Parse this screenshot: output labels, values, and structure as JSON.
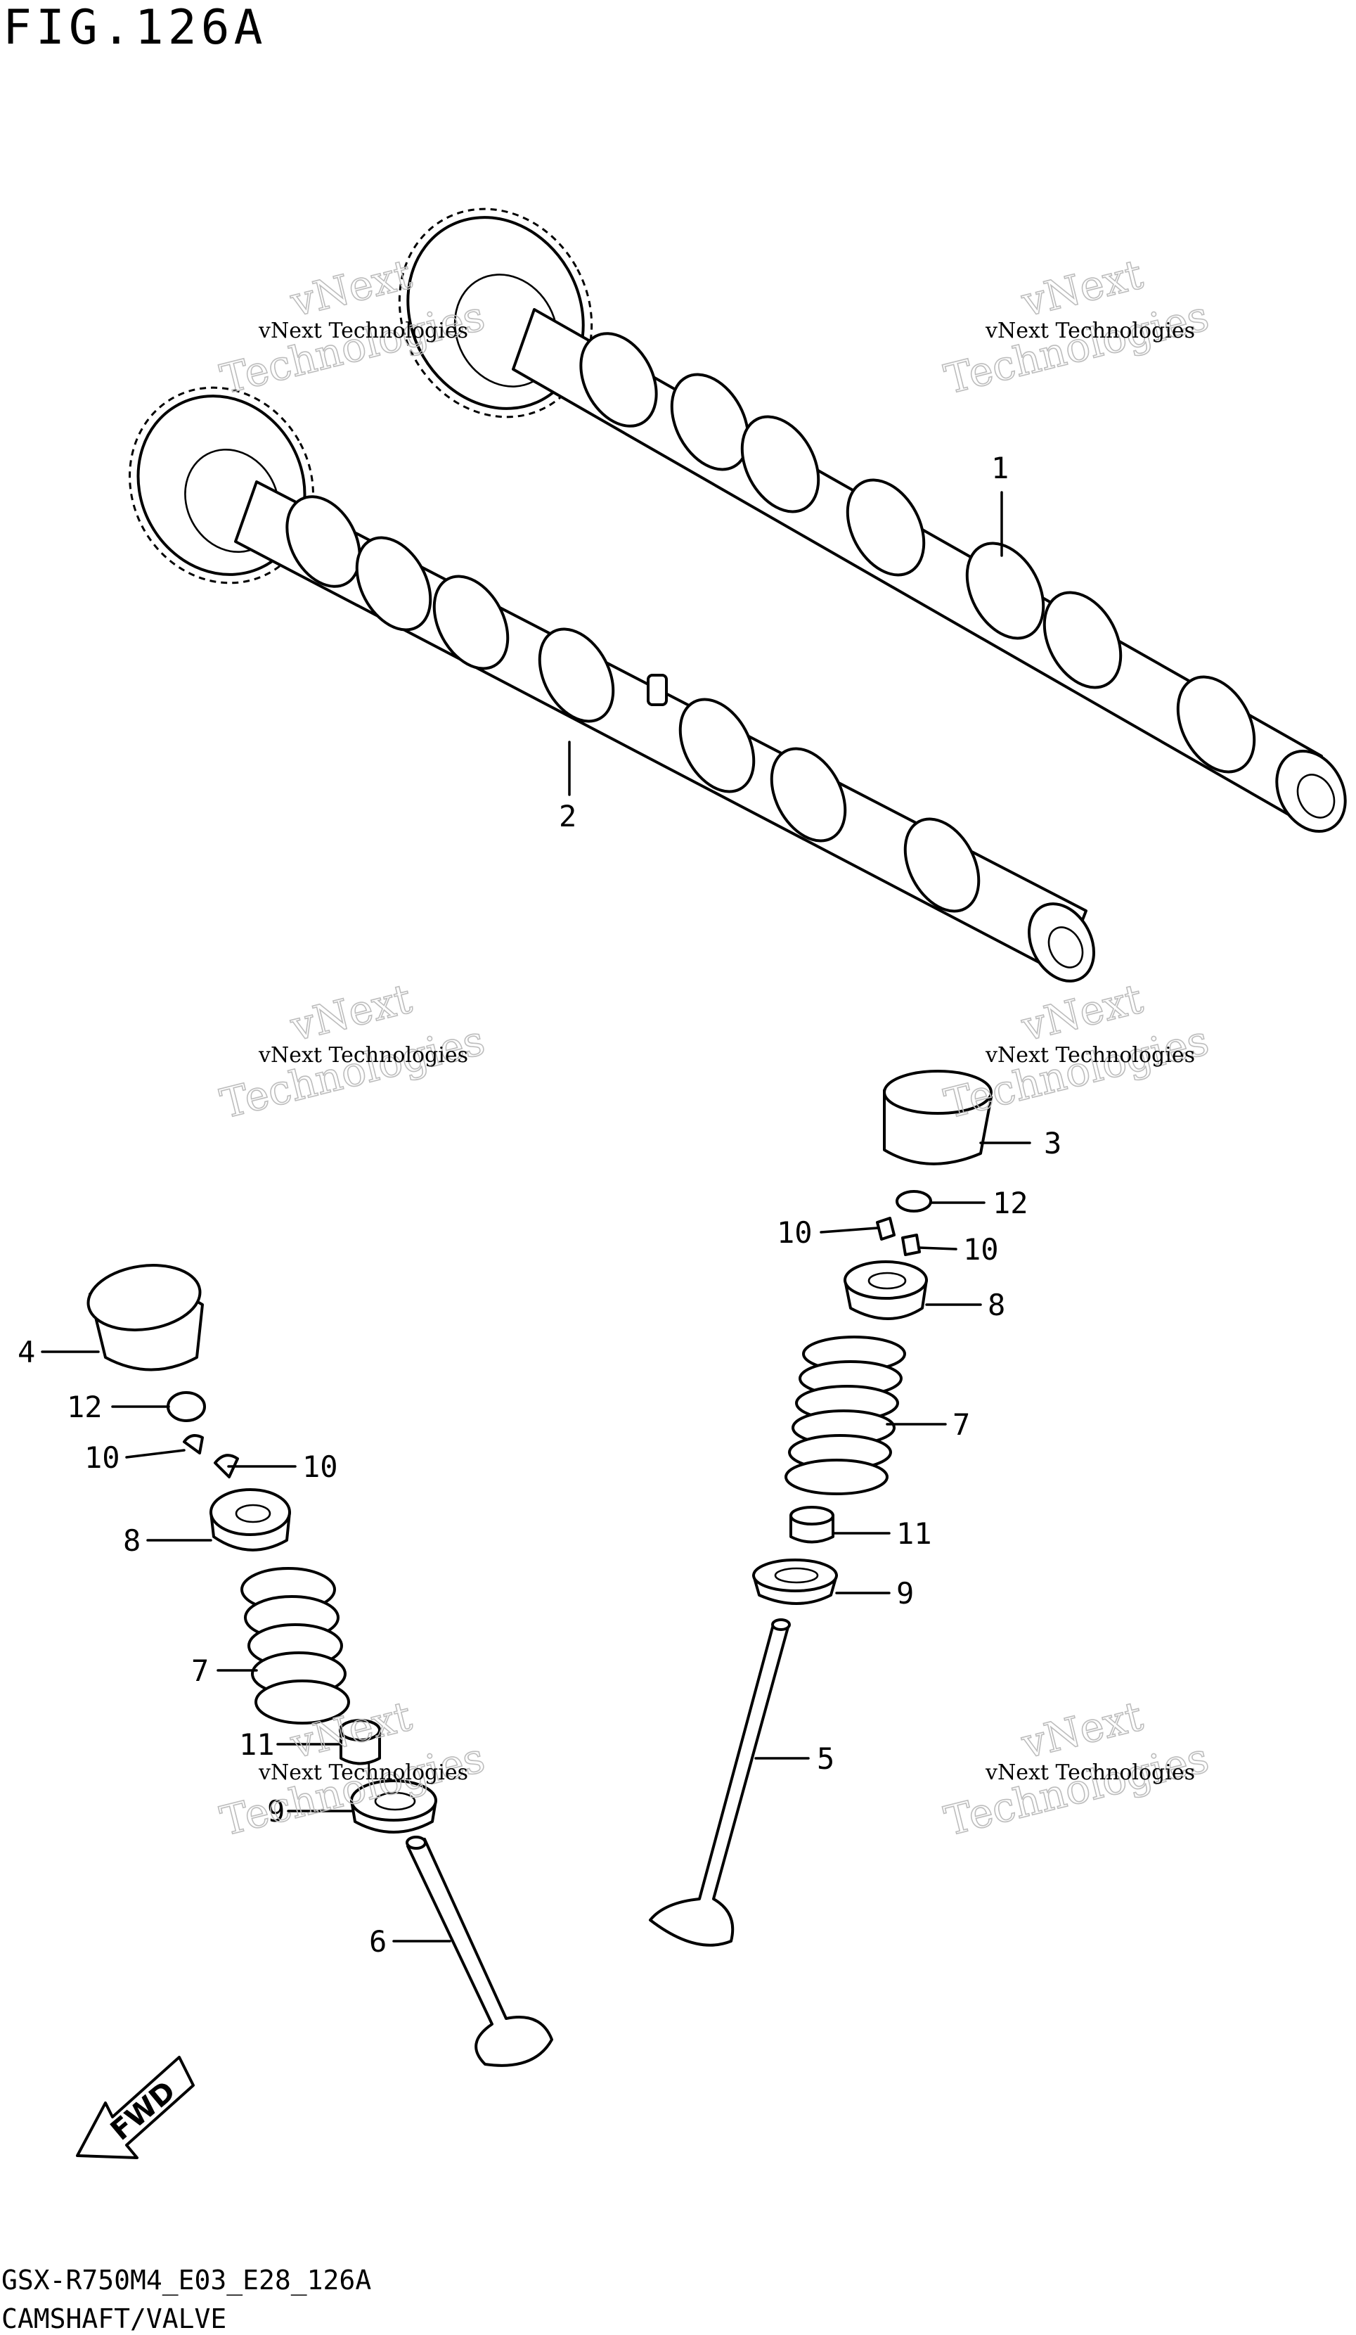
{
  "figure_title": "FIG.126A",
  "callouts": [
    {
      "id": "c1",
      "number": "1"
    },
    {
      "id": "c2",
      "number": "2"
    },
    {
      "id": "c3",
      "number": "3"
    },
    {
      "id": "c12a",
      "number": "12"
    },
    {
      "id": "c10a",
      "number": "10"
    },
    {
      "id": "c10b",
      "number": "10"
    },
    {
      "id": "c8a",
      "number": "8"
    },
    {
      "id": "c7a",
      "number": "7"
    },
    {
      "id": "c11a",
      "number": "11"
    },
    {
      "id": "c9a",
      "number": "9"
    },
    {
      "id": "c5",
      "number": "5"
    },
    {
      "id": "c4",
      "number": "4"
    },
    {
      "id": "c12b",
      "number": "12"
    },
    {
      "id": "c10c",
      "number": "10"
    },
    {
      "id": "c10d",
      "number": "10"
    },
    {
      "id": "c8b",
      "number": "8"
    },
    {
      "id": "c7b",
      "number": "7"
    },
    {
      "id": "c11b",
      "number": "11"
    },
    {
      "id": "c9b",
      "number": "9"
    },
    {
      "id": "c6",
      "number": "6"
    }
  ],
  "watermark": {
    "line1": "vNext Technologies",
    "big_top": "vNext",
    "big_bottom": "Technologies"
  },
  "fwd_label": "FWD",
  "footer": {
    "model_code": "GSX-R750M4_E03_E28_126A",
    "caption": "CAMSHAFT/VALVE"
  }
}
